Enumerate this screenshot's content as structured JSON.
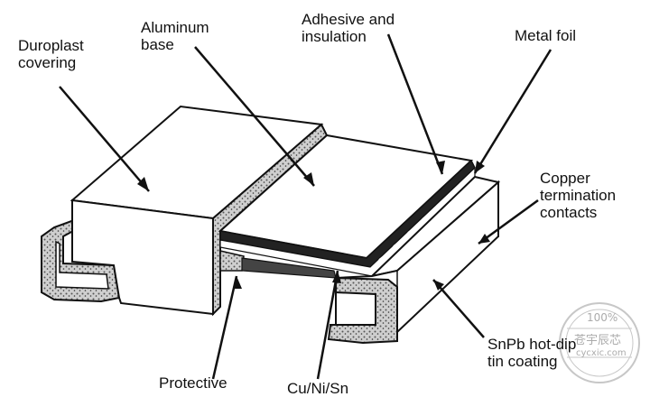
{
  "labels": {
    "duroplast": [
      "Duroplast",
      "covering"
    ],
    "aluminum": [
      "Aluminum",
      "base"
    ],
    "adhesive": [
      "Adhesive and",
      "insulation"
    ],
    "metal_foil": [
      "Metal foil"
    ],
    "copper": [
      "Copper",
      "termination",
      "contacts"
    ],
    "snpb": [
      "SnPb hot-dip",
      "tin coating"
    ],
    "protective": [
      "Protective"
    ],
    "cuni": [
      "Cu/Ni/Sn"
    ]
  },
  "watermark": {
    "percent": "100%",
    "chinese": "苍宇辰芯",
    "site": "cycxic.com"
  },
  "colors": {
    "stroke": "#111111",
    "fill": "#ffffff",
    "stipple": "#9a9a9a",
    "watermark": "#9a9a9a"
  }
}
